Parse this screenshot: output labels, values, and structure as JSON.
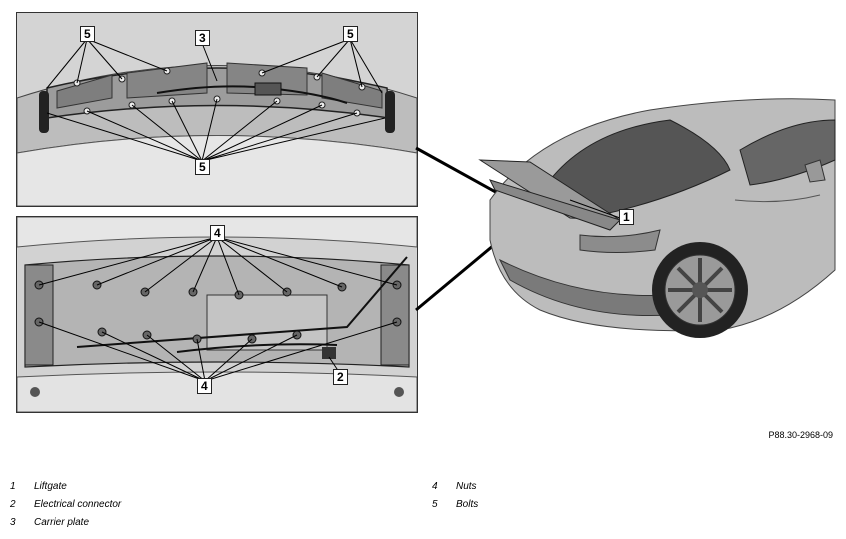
{
  "callouts": {
    "top_5": "5",
    "top_3": "3",
    "top_5_right": "5",
    "top_5_bottom": "5",
    "bottom_4_top": "4",
    "bottom_4_bottom": "4",
    "bottom_2": "2",
    "car_1": "1"
  },
  "figure_ref": "P88.30-2968-09",
  "legend": [
    {
      "num": "1",
      "label": "Liftgate"
    },
    {
      "num": "2",
      "label": "Electrical connector"
    },
    {
      "num": "3",
      "label": "Carrier plate"
    },
    {
      "num": "4",
      "label": "Nuts"
    },
    {
      "num": "5",
      "label": "Bolts"
    }
  ]
}
